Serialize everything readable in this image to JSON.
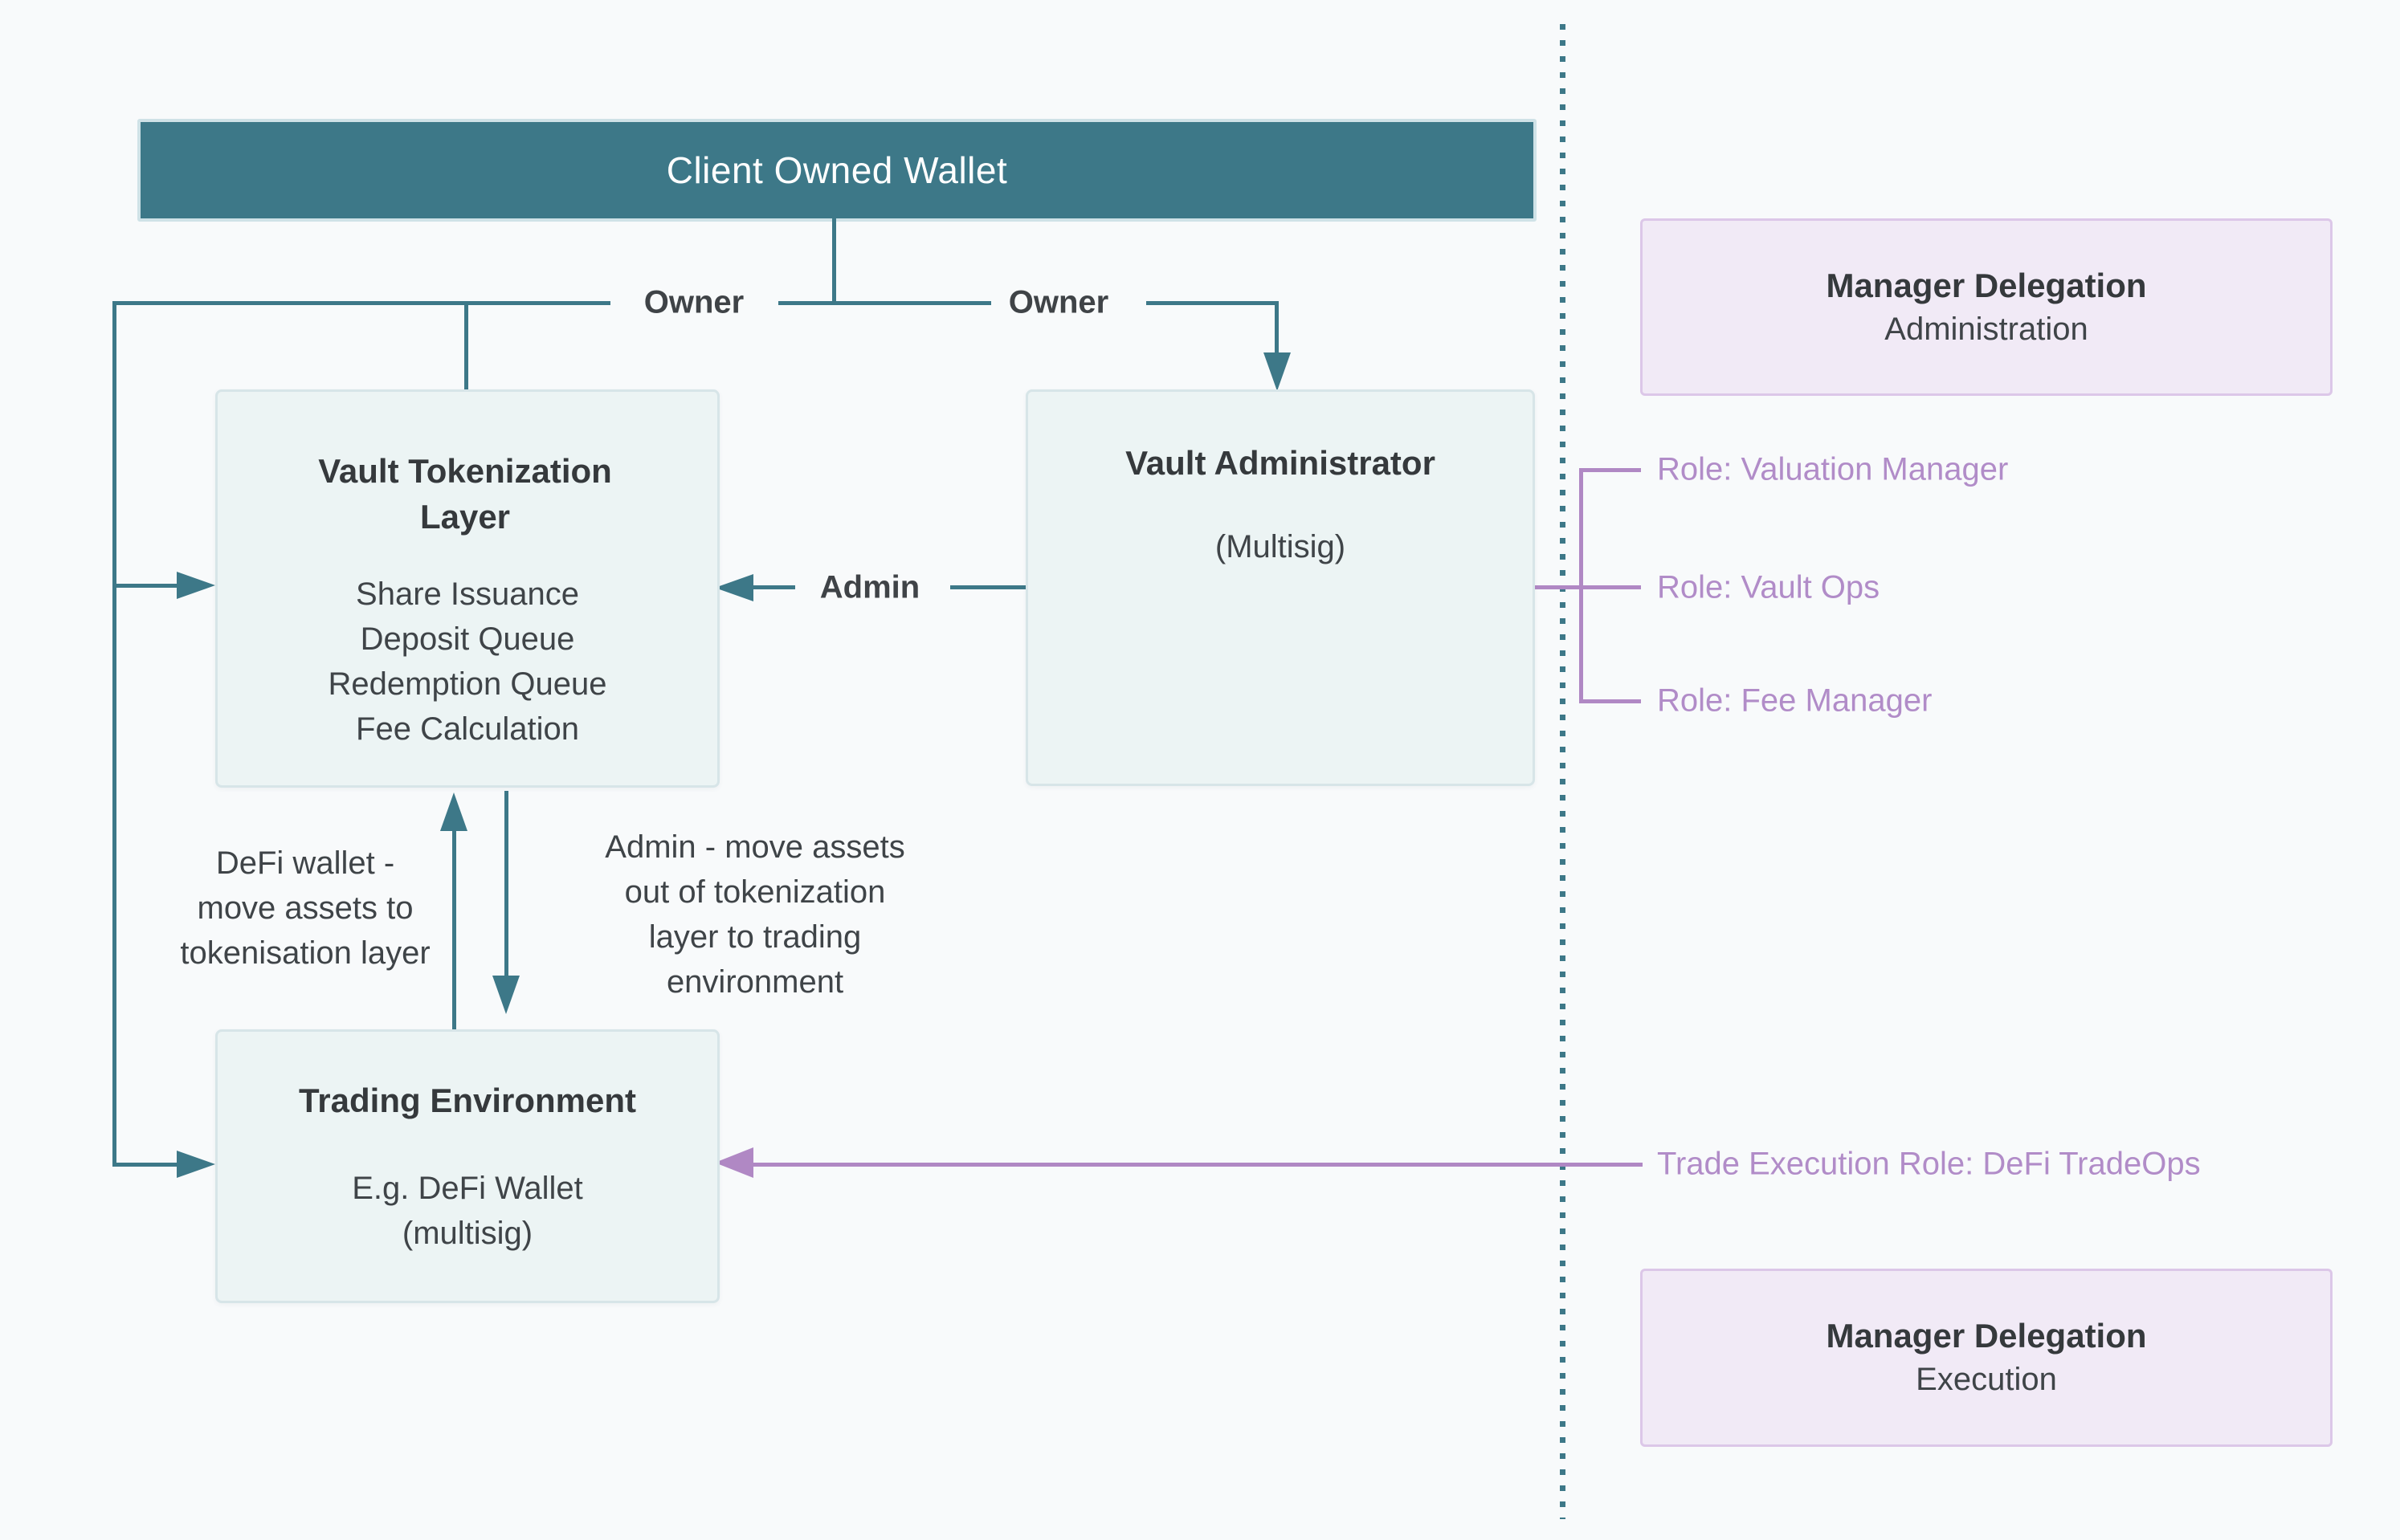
{
  "header": {
    "title": "Client Owned Wallet"
  },
  "edges": {
    "owner_left_label": "Owner",
    "owner_right_label": "Owner",
    "admin_label": "Admin",
    "defi_wallet_caption": "DeFi wallet -\nmove assets to\ntokenisation layer",
    "admin_move_caption": "Admin - move assets\nout of tokenization\nlayer to trading\nenvironment"
  },
  "boxes": {
    "vault_tokenization": {
      "title": "Vault Tokenization Layer",
      "items": [
        "Share Issuance",
        "Deposit Queue",
        "Redemption Queue",
        "Fee Calculation"
      ]
    },
    "vault_administrator": {
      "title": "Vault Administrator",
      "subtitle": "(Multisig)"
    },
    "trading_environment": {
      "title": "Trading Environment",
      "line1": "E.g. DeFi Wallet",
      "line2": "(multisig)"
    }
  },
  "delegation": {
    "administration": {
      "title": "Manager Delegation",
      "subtitle": "Administration"
    },
    "execution": {
      "title": "Manager Delegation",
      "subtitle": "Execution"
    },
    "roles": [
      "Role: Valuation Manager",
      "Role: Vault Ops",
      "Role: Fee Manager"
    ],
    "trade_execution_role": "Trade Execution Role: DeFi TradeOps"
  },
  "colors": {
    "teal": "#3d7888",
    "teal_box_fill": "#ecf4f4",
    "teal_box_border": "#d7e5e8",
    "header_fill": "#3d7888",
    "header_border": "#cfe2e7",
    "purple_line": "#b088c4",
    "purple_text": "#b18cc8",
    "pink_fill": "#f1eaf6",
    "pink_border": "#dcc7e8",
    "background": "#f8fafb",
    "text_dark": "#3a3f43"
  }
}
